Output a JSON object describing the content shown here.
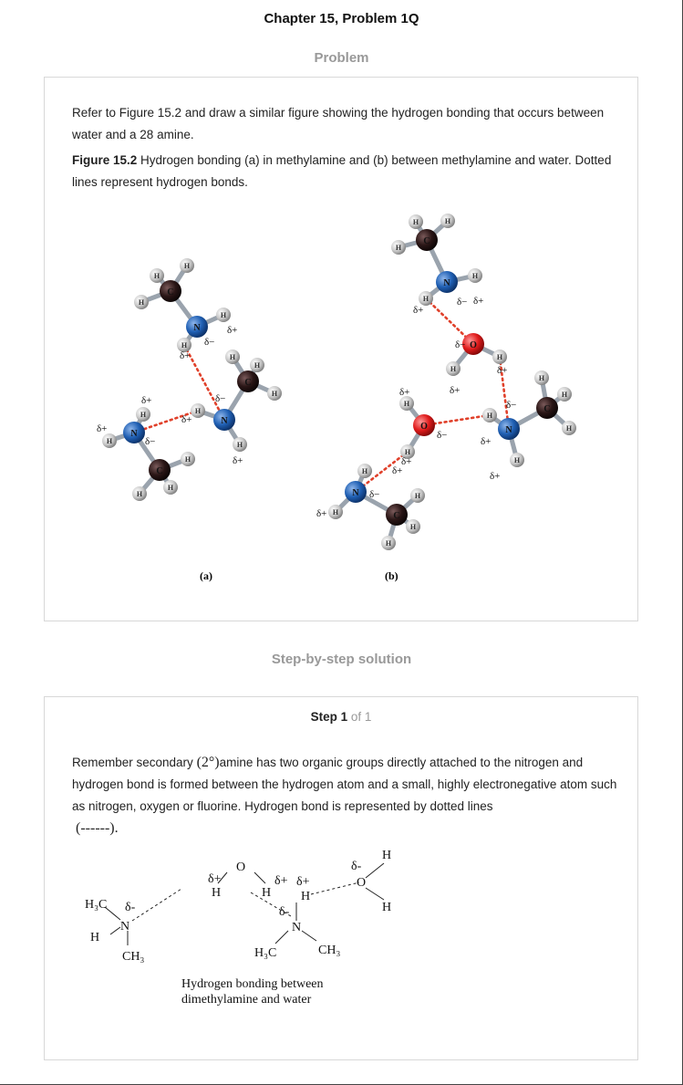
{
  "header": {
    "chapter_title": "Chapter 15, Problem 1Q",
    "problem_label": "Problem",
    "solution_label": "Step-by-step solution"
  },
  "problem": {
    "text": "Refer to Figure 15.2 and draw a similar figure showing the hydrogen bonding that occurs between water and a 28 amine.",
    "figure_label": "Figure 15.2",
    "figure_caption": " Hydrogen bonding (a) in methylamine and (b) between methylamine and water. Dotted lines represent hydrogen bonds.",
    "panel_a_label": "(a)",
    "panel_b_label": "(b)"
  },
  "atoms": {
    "carbon": "C",
    "nitrogen": "N",
    "oxygen": "O",
    "hydrogen": "H",
    "delta_plus": "δ+",
    "delta_minus": "δ−"
  },
  "step": {
    "label": "Step 1",
    "count": "of 1",
    "text_part1": "Remember secondary",
    "math_2deg": "(2°)",
    "text_part2": "amine has two organic groups directly attached to the nitrogen and hydrogen bond is formed between the hydrogen atom and a small, highly electronegative atom such as nitrogen, oxygen or fluorine. Hydrogen bond is represented by dotted lines",
    "math_dash": "(------).",
    "diagram_caption_line1": "Hydrogen bonding between",
    "diagram_caption_line2": "dimethylamine and water",
    "diagram": {
      "h3c": "H₃C",
      "ch3": "CH₃",
      "n": "N",
      "o": "O",
      "h": "H",
      "d_plus": "δ+",
      "d_minus": "δ-"
    }
  },
  "colors": {
    "carbon": "#2a1a1a",
    "nitrogen": "#1f5fb0",
    "oxygen": "#dd1f1f",
    "hydrogen": "#c8c8c8",
    "hbond": "#e0402a",
    "muted_label": "#999999"
  }
}
